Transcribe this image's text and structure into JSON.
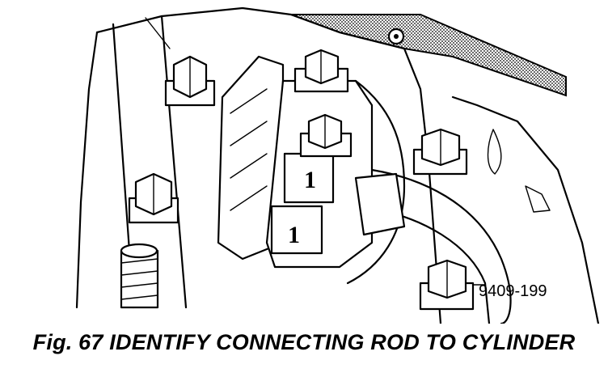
{
  "diagram": {
    "caption": "Fig. 67 IDENTIFY CONNECTING ROD TO CYLINDER",
    "rod_mark_upper": "1",
    "rod_mark_lower": "1",
    "figure_code": "9409-199"
  }
}
